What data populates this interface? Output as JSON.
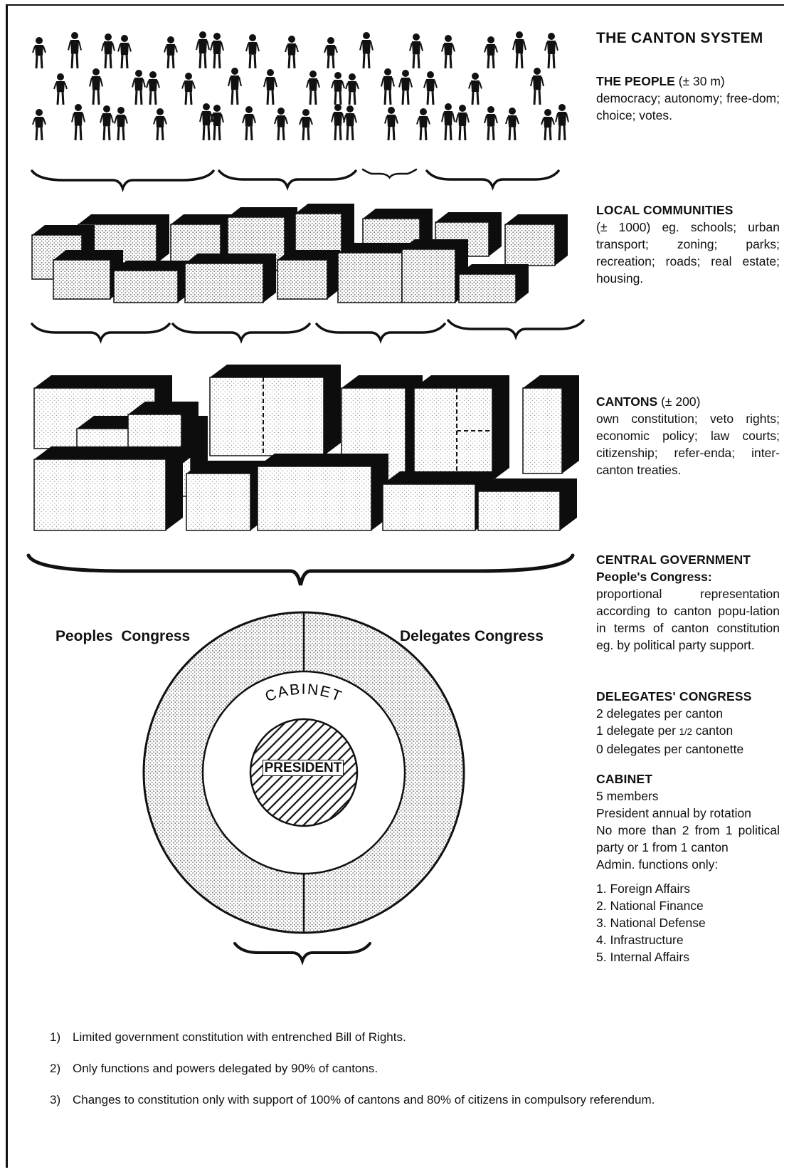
{
  "title": "THE CANTON SYSTEM",
  "sections": {
    "people": {
      "heading": "THE PEOPLE",
      "count": "(± 30 m)",
      "text": "democracy; autonomy; free-dom; choice; votes."
    },
    "local": {
      "heading": "LOCAL COMMUNITIES",
      "text": "(± 1000) eg. schools; urban transport; zoning; parks; recreation; roads; real estate; housing."
    },
    "cantons": {
      "heading": "CANTONS",
      "count": "(± 200)",
      "text": "own constitution; veto rights; economic policy; law courts; citizenship; refer-enda; inter-canton treaties."
    },
    "central": {
      "heading": "CENTRAL GOVERNMENT",
      "subheading": "People's Congress:",
      "text": "proportional representation according to canton popu-lation in terms of canton constitution eg. by political party support."
    },
    "delegates": {
      "heading": "DELEGATES' CONGRESS",
      "line1": "2 delegates per canton",
      "line2_pre": "1 delegate per ",
      "line2_frac": "1/2",
      "line2_post": " canton",
      "line3": "0 delegates per cantonette"
    },
    "cabinet": {
      "heading": "CABINET",
      "line1": "5 members",
      "line2": "President annual by rotation",
      "line3": "No more than 2 from 1 political party or 1 from 1 canton",
      "line4": "Admin. functions only:",
      "functions": [
        "1. Foreign Affairs",
        "2. National Finance",
        "3. National Defense",
        "4. Infrastructure",
        "5. Internal Affairs"
      ]
    }
  },
  "diagram": {
    "peoples_congress": "Peoples Congress",
    "delegates_congress": "Delegates Congress",
    "cabinet": "CABINET",
    "president": "PRESIDENT"
  },
  "footnotes": [
    {
      "num": "1)",
      "text": "Limited government constitution with entrenched Bill of Rights."
    },
    {
      "num": "2)",
      "text": "Only functions and powers delegated by 90% of cantons."
    },
    {
      "num": "3)",
      "text": "Changes to constitution only with support of 100% of cantons and 80% of citizens in compulsory referendum."
    }
  ],
  "colors": {
    "ink": "#111111",
    "paper": "#ffffff",
    "stipple": "#9a9a9a"
  }
}
